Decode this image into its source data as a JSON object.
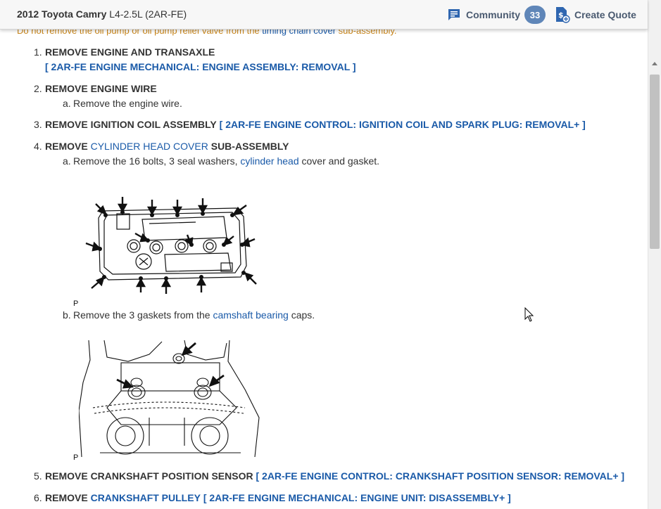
{
  "header": {
    "vehicle_bold": "2012 Toyota Camry",
    "vehicle_rest": " L4-2.5L (2AR-FE)",
    "community_label": "Community",
    "community_count": "33",
    "quote_label": "Create Quote",
    "icons": {
      "community": "chat-bubble-icon",
      "quote": "dollar-document-icon"
    }
  },
  "warning": {
    "part1": "Do not remove the oil pump or oil pump relief valve from the ",
    "link": "timing chain cover",
    "part2": " sub-assembly."
  },
  "steps": [
    {
      "num": "1.",
      "title": "REMOVE ENGINE AND TRANSAXLE",
      "link": "[ 2AR-FE ENGINE MECHANICAL: ENGINE ASSEMBLY: REMOVAL ]"
    },
    {
      "num": "2.",
      "title": "REMOVE ENGINE WIRE",
      "sub": [
        {
          "letter": "a.",
          "text": "Remove the engine wire."
        }
      ]
    },
    {
      "num": "3.",
      "title": "REMOVE IGNITION COIL ASSEMBLY",
      "link": "[ 2AR-FE ENGINE CONTROL: IGNITION COIL AND SPARK PLUG: REMOVAL+ ]"
    },
    {
      "num": "4.",
      "title_a": "REMOVE ",
      "title_link": "CYLINDER HEAD COVER",
      "title_b": " SUB-ASSEMBLY",
      "sub": [
        {
          "letter": "a.",
          "text_a": "Remove the 16 bolts, 3 seal washers, ",
          "link": "cylinder head",
          "text_b": " cover and gasket."
        },
        {
          "letter": "b.",
          "text_a": "Remove the 3 gaskets from the ",
          "link": "camshaft bearing",
          "text_b": " caps."
        }
      ]
    },
    {
      "num": "5.",
      "title": "REMOVE CRANKSHAFT POSITION SENSOR",
      "link": "[ 2AR-FE ENGINE CONTROL: CRANKSHAFT POSITION SENSOR: REMOVAL+ ]"
    },
    {
      "num": "6.",
      "title_a": "REMOVE ",
      "title_link": "CRANKSHAFT PULLEY",
      "link": "[ 2AR-FE ENGINE MECHANICAL: ENGINE UNIT: DISASSEMBLY+ ]"
    }
  ],
  "figures": [
    {
      "caption_letter": "P",
      "depicts": "cylinder-head-cover-bolts-diagram"
    },
    {
      "caption_letter": "P",
      "depicts": "camshaft-bearing-cap-gaskets-diagram"
    }
  ],
  "colors": {
    "link": "#1a5aa8",
    "warning": "#c9861a",
    "badge": "#5f86b8",
    "header_bg": "#f7f7f7"
  }
}
